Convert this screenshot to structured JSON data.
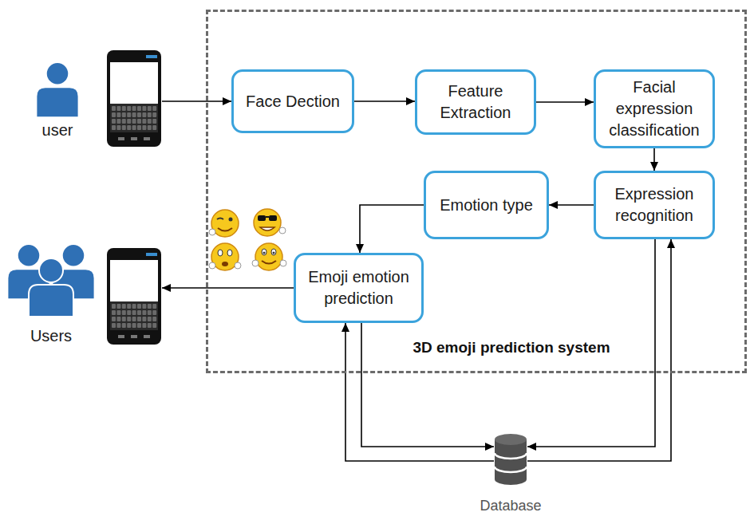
{
  "diagram": {
    "nodes": [
      {
        "text": [
          "user"
        ]
      },
      {
        "text": [
          "3D emoji prediction system"
        ]
      },
      {
        "text": [
          "Face Dection"
        ],
        "in": 1
      },
      {
        "text": [
          "Feature Extraction"
        ],
        "in": 1
      },
      {
        "text": [
          "Facial expression classification"
        ],
        "in": 1
      },
      {
        "text": [
          "Expression recognition"
        ],
        "in": 1
      },
      {
        "text": [
          "Emotion type"
        ],
        "in": 1
      },
      {
        "text": [
          "Emoji emotion prediction"
        ],
        "in": 1
      },
      {
        "text": [
          "Users"
        ]
      },
      {
        "text": [
          "Database"
        ]
      }
    ],
    "edges": [
      {
        "from": 0,
        "to": 2,
        "arrow": "to"
      },
      {
        "from": 2,
        "to": 3,
        "arrow": "to"
      },
      {
        "from": 3,
        "to": 4,
        "arrow": "to"
      },
      {
        "from": 4,
        "to": 5,
        "arrow": "to"
      },
      {
        "from": 5,
        "to": 6,
        "arrow": "to"
      },
      {
        "from": 6,
        "to": 7,
        "arrow": "to"
      },
      {
        "from": 7,
        "to": 8,
        "arrow": "to"
      },
      {
        "from": 7,
        "to": 9,
        "arrow": "to"
      },
      {
        "from": 9,
        "to": 7,
        "arrow": "to"
      },
      {
        "from": 5,
        "to": 9,
        "arrow": "to"
      },
      {
        "from": 9,
        "to": 5,
        "arrow": "to"
      }
    ]
  }
}
